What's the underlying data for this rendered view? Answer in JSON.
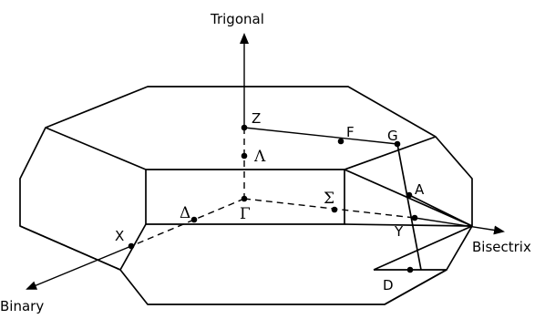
{
  "axes": {
    "trigonal": "Trigonal",
    "bisectrix": "Bisectrix",
    "binary": "Binary"
  },
  "points": {
    "Z": "Z",
    "Lambda": "Λ",
    "Gamma": "Γ",
    "Delta": "Δ",
    "Sigma": "Σ",
    "X": "X",
    "F": "F",
    "G": "G",
    "A": "A",
    "Y": "Y",
    "D": "D"
  }
}
